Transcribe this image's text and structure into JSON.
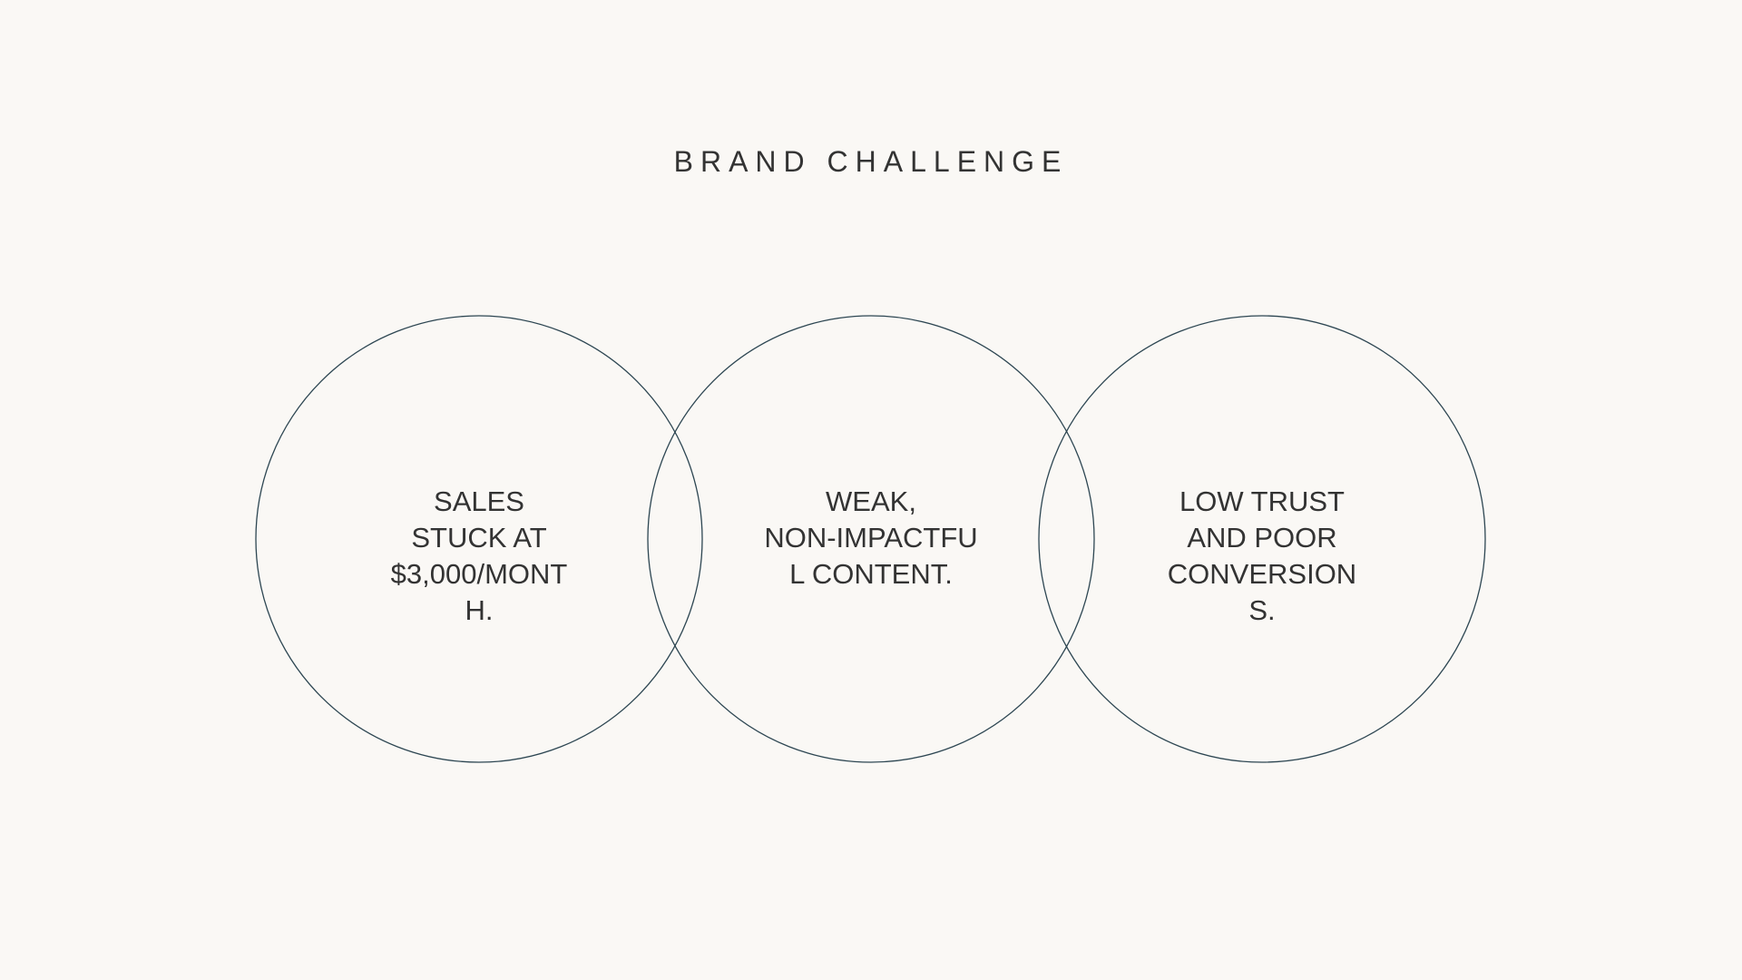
{
  "title": "BRAND CHALLENGE",
  "stroke_color": "#2d4652",
  "circles": [
    {
      "lines": [
        "SALES",
        "STUCK AT",
        "$3,000/MONT",
        "H."
      ]
    },
    {
      "lines": [
        "WEAK,",
        "NON-IMPACTFU",
        "L CONTENT."
      ]
    },
    {
      "lines": [
        "LOW TRUST",
        "AND POOR",
        "CONVERSION",
        "S."
      ]
    }
  ]
}
